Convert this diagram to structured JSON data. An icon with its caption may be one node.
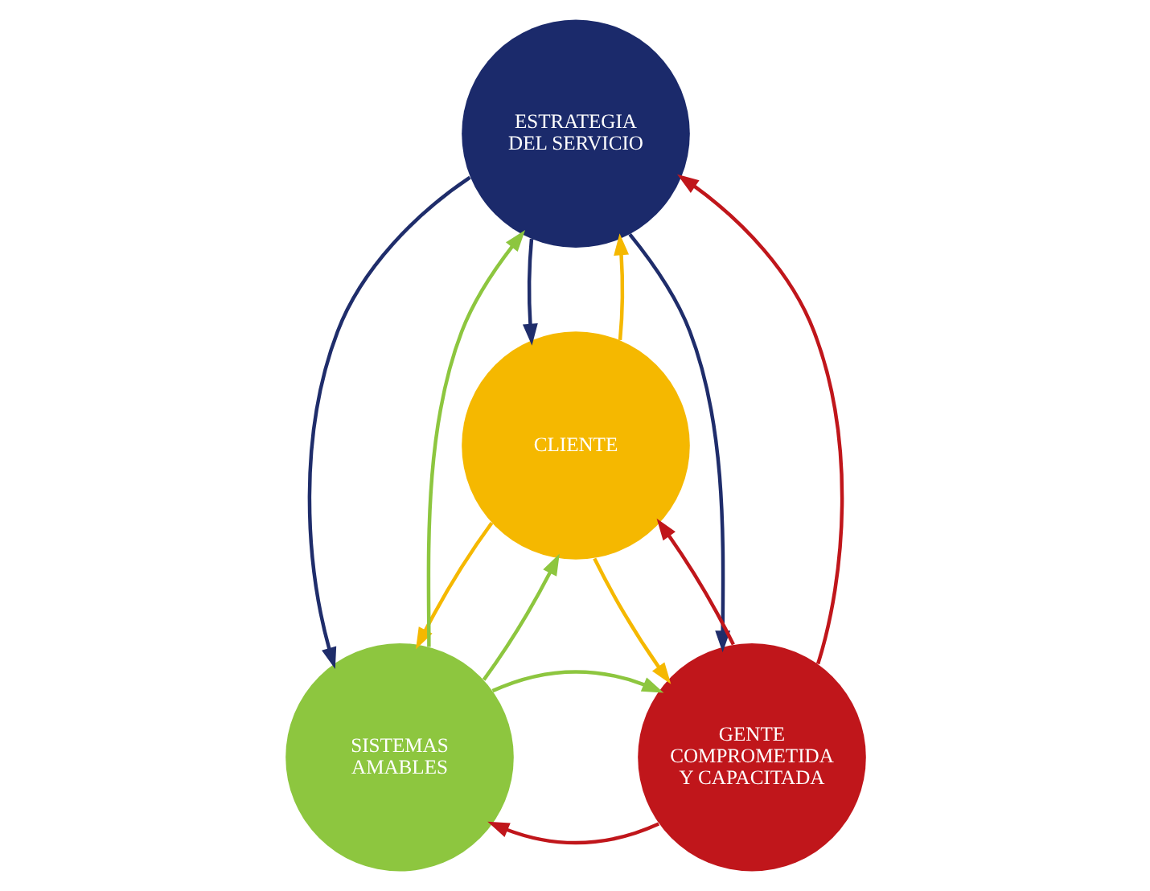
{
  "diagram": {
    "nodes": [
      {
        "text": [
          "ESTRATEGIA DEL SERVICIO"
        ]
      },
      {
        "text": [
          "CLIENTE"
        ]
      },
      {
        "text": [
          "SISTEMAS AMABLES"
        ]
      },
      {
        "text": [
          "GENTE COMPROMETIDA Y CAPACITADA"
        ]
      }
    ],
    "edges": [
      {
        "from": 2,
        "to": 0,
        "arrow": "to",
        "color": "#8dc63f"
      },
      {
        "from": 0,
        "to": 2,
        "arrow": "to",
        "color": "#1f2d6b"
      },
      {
        "from": 0,
        "to": 1,
        "arrow": "to",
        "color": "#1f2d6b"
      },
      {
        "from": 0,
        "to": 3,
        "arrow": "to",
        "color": "#1f2d6b"
      },
      {
        "from": 3,
        "to": 0,
        "arrow": "to",
        "color": "#c0161b"
      },
      {
        "from": 1,
        "to": 0,
        "arrow": "to",
        "color": "#f5b800"
      },
      {
        "from": 2,
        "to": 1,
        "arrow": "to",
        "color": "#8dc63f"
      },
      {
        "from": 1,
        "to": 2,
        "arrow": "to",
        "color": "#f5b800"
      },
      {
        "from": 3,
        "to": 1,
        "arrow": "to",
        "color": "#c0161b"
      },
      {
        "from": 1,
        "to": 3,
        "arrow": "to",
        "color": "#f5b800"
      },
      {
        "from": 3,
        "to": 2,
        "arrow": "to",
        "color": "#c0161b"
      },
      {
        "from": 2,
        "to": 3,
        "arrow": "to",
        "color": "#8dc63f"
      }
    ]
  }
}
